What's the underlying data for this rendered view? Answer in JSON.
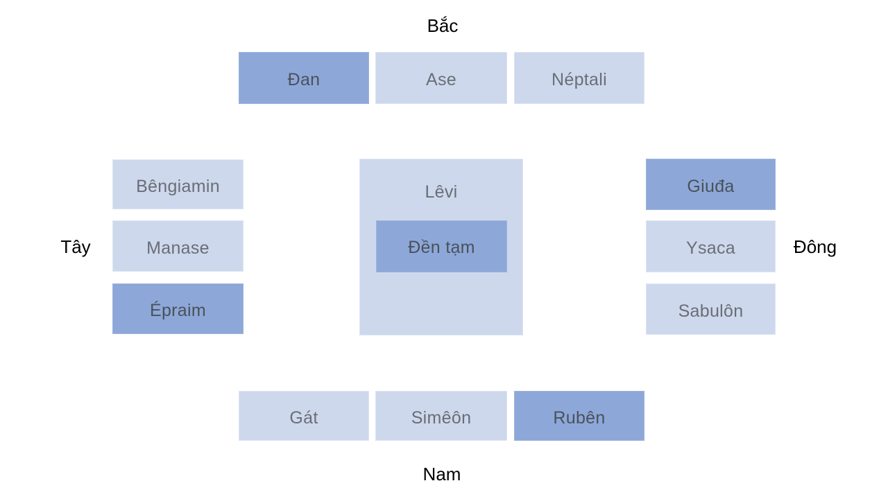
{
  "directions": {
    "north": "Bắc",
    "south": "Nam",
    "west": "Tây",
    "east": "Đông"
  },
  "colors": {
    "highlight_fill": "#8da8d8",
    "regular_fill": "#cdd8ed",
    "highlight_text": "#4b515b",
    "regular_text": "#6a6e75",
    "direction_text": "#000000"
  },
  "north_row": [
    {
      "label": "Đan",
      "variant": "dark"
    },
    {
      "label": "Ase",
      "variant": "light"
    },
    {
      "label": "Néptali",
      "variant": "light"
    }
  ],
  "west_column": [
    {
      "label": "Bêngiamin",
      "variant": "light"
    },
    {
      "label": "Manase",
      "variant": "light"
    },
    {
      "label": "Épraim",
      "variant": "dark"
    }
  ],
  "center": {
    "outer_label": "Lêvi",
    "outer_variant": "light",
    "inner_label": "Đền tạm",
    "inner_variant": "dark"
  },
  "east_column": [
    {
      "label": "Giuđa",
      "variant": "dark"
    },
    {
      "label": "Ysaca",
      "variant": "light"
    },
    {
      "label": "Sabulôn",
      "variant": "light"
    }
  ],
  "south_row": [
    {
      "label": "Gát",
      "variant": "light"
    },
    {
      "label": "Simêôn",
      "variant": "light"
    },
    {
      "label": "Rubên",
      "variant": "dark"
    }
  ]
}
